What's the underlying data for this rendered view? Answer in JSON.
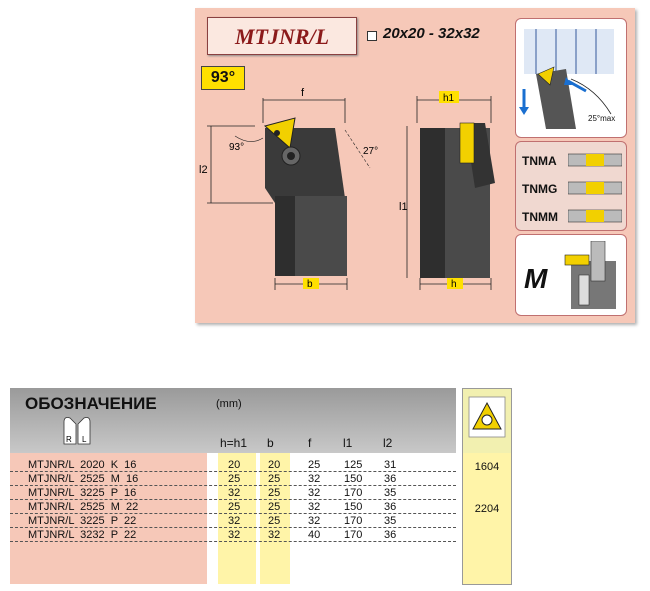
{
  "header": {
    "model": "MTJNR/L",
    "size_range": "20x20 - 32x32",
    "lead_angle": "93°"
  },
  "drawing": {
    "dims": {
      "f": "f",
      "h1": "h1",
      "l2": "l2",
      "l1": "l1",
      "b": "b",
      "h": "h"
    },
    "angles": {
      "a1": "93°",
      "a2": "27°",
      "clamp_max": "25°max"
    }
  },
  "inserts": [
    "TNMA",
    "TNMG",
    "TNMM"
  ],
  "clamp_type": "M",
  "table": {
    "designation_header": "ОБОЗНАЧЕНИЕ",
    "unit": "(mm)",
    "rl_labels": [
      "R",
      "L"
    ],
    "columns": [
      "h=h1",
      "b",
      "f",
      "l1",
      "l2"
    ],
    "rows": [
      {
        "code": "MTJNR/L  2020  K  16",
        "h": "20",
        "b": "20",
        "f": "25",
        "l1": "125",
        "l2": "31",
        "insert": "1604"
      },
      {
        "code": "MTJNR/L  2525  M  16",
        "h": "25",
        "b": "25",
        "f": "32",
        "l1": "150",
        "l2": "36",
        "insert": ""
      },
      {
        "code": "MTJNR/L  3225  P  16",
        "h": "32",
        "b": "25",
        "f": "32",
        "l1": "170",
        "l2": "35",
        "insert": ""
      },
      {
        "code": "MTJNR/L  2525  M  22",
        "h": "25",
        "b": "25",
        "f": "32",
        "l1": "150",
        "l2": "36",
        "insert": "2204"
      },
      {
        "code": "MTJNR/L  3225  P  22",
        "h": "32",
        "b": "25",
        "f": "32",
        "l1": "170",
        "l2": "35",
        "insert": ""
      },
      {
        "code": "MTJNR/L  3232  P  22",
        "h": "32",
        "b": "32",
        "f": "40",
        "l1": "170",
        "l2": "36",
        "insert": ""
      }
    ]
  },
  "colors": {
    "panel": "#f6c8b8",
    "yellow": "#ffe000",
    "title": "#8b1a1a"
  }
}
